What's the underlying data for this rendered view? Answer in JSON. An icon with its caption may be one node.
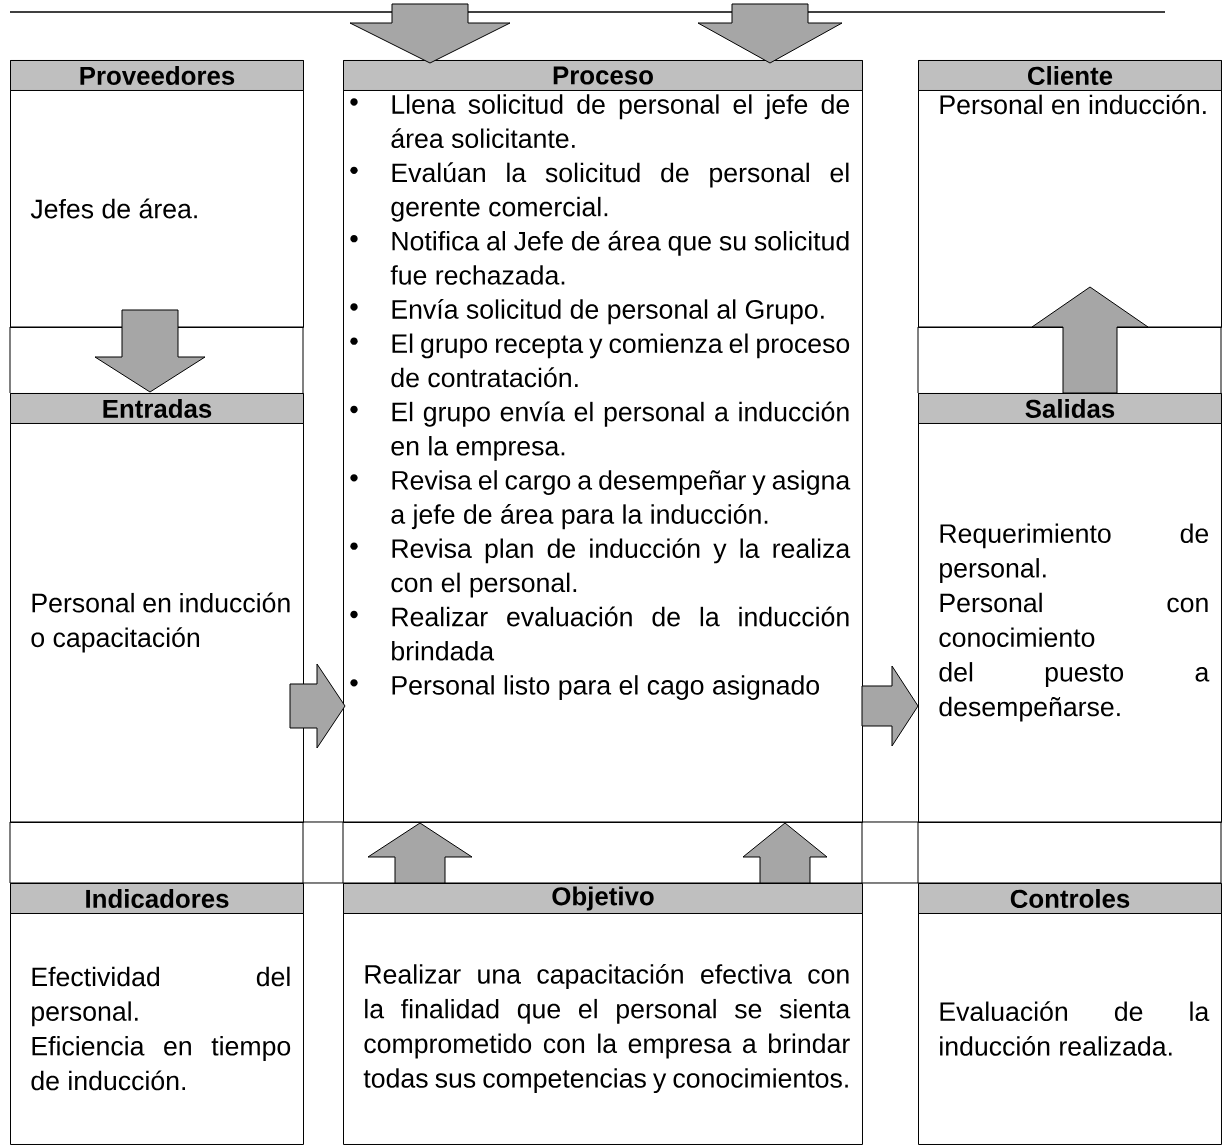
{
  "diagram": {
    "nodes": [
      {
        "text": [
          "Proveedores",
          "Jefes de área."
        ]
      },
      {
        "text": [
          "Proceso",
          "Llena solicitud de personal el jefe de área solicitante.",
          "Evalúan la solicitud de personal el gerente comercial.",
          "Notifica al Jefe de área que su solicitud fue rechazada.",
          "Envía solicitud de personal al Grupo.",
          "El grupo recepta y comienza el proceso de contratación.",
          "El grupo envía el personal a inducción en la empresa.",
          "Revisa el cargo a desempeñar y asigna a jefe de área para la inducción.",
          "Revisa plan de inducción y la realiza con el personal.",
          "Realizar evaluación de la inducción brindada",
          "Personal listo para el cago asignado"
        ]
      },
      {
        "text": [
          "Cliente",
          "Personal en inducción."
        ]
      },
      {
        "text": [
          "Entradas",
          "Personal en inducción o capacitación"
        ]
      },
      {
        "text": [
          "Salidas",
          "Requerimiento de personal.",
          "Personal con conocimiento del puesto a desempeñarse."
        ]
      },
      {
        "text": [
          "Indicadores",
          "Efectividad del personal.",
          "Eficiencia en tiempo de inducción."
        ]
      },
      {
        "text": [
          "Objetivo",
          "Realizar una capacitación efectiva con la finalidad que el personal se sienta comprometido con la empresa a brindar todas sus competencias y conocimientos."
        ]
      },
      {
        "text": [
          "Controles",
          "Evaluación de la inducción realizada."
        ]
      }
    ],
    "edges": [
      {
        "from": null,
        "to": 1,
        "arrow": "to"
      },
      {
        "from": null,
        "to": 1,
        "arrow": "to"
      },
      {
        "from": 0,
        "to": 3,
        "arrow": "to"
      },
      {
        "from": 3,
        "to": 1,
        "arrow": "to"
      },
      {
        "from": 1,
        "to": 4,
        "arrow": "to"
      },
      {
        "from": 4,
        "to": 2,
        "arrow": "to"
      },
      {
        "from": 6,
        "to": 1,
        "arrow": "to"
      },
      {
        "from": 6,
        "to": 1,
        "arrow": "to"
      }
    ]
  }
}
